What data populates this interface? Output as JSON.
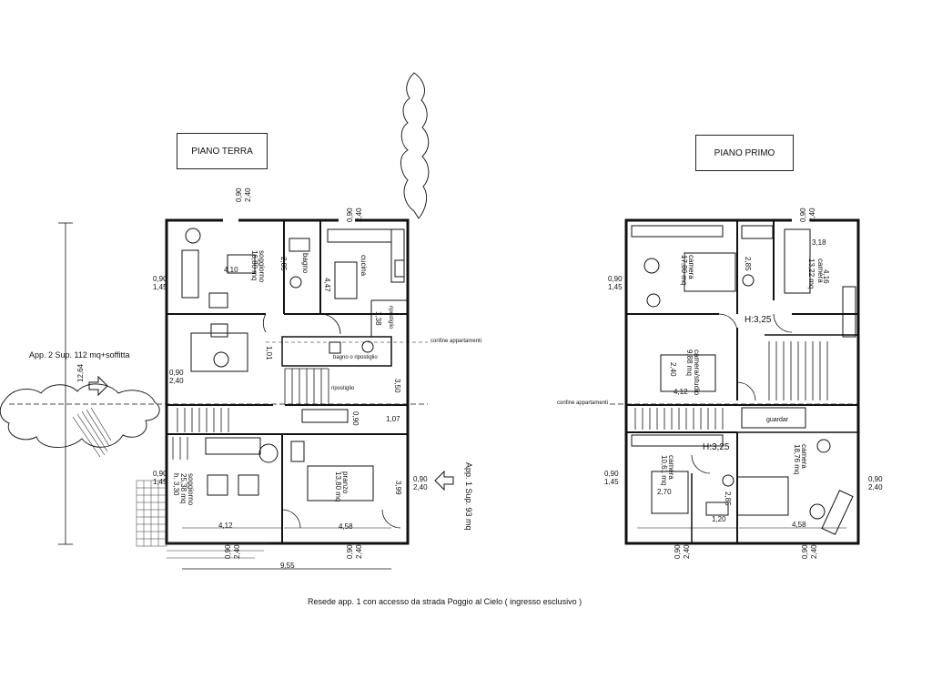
{
  "titles": {
    "ground": "PIANO TERRA",
    "first": "PIANO PRIMO"
  },
  "annotations": {
    "app2": "App. 2 Sup. 112 mq+soffitta",
    "app1": "App. 1 Sup. 93 mq",
    "confine": "confine appartamenti",
    "resede": "Resede app. 1 con accesso da strada Poggio al Cielo ( ingresso esclusivo )",
    "height_total": "12,64",
    "width_total": "9,55"
  },
  "ground_floor": {
    "rooms": {
      "soggiorno_top": "soggiorno",
      "soggiorno_top_area": "16,80 mq",
      "bagno_top": "bagno",
      "cucina_top": "cucina",
      "ripostiglio": "ripostiglio",
      "bagno_rip": "bagno o ripostiglio",
      "ripostiglio_small": "ripostiglio",
      "soggiorno_bottom": "soggiorno",
      "soggiorno_bottom_area": "25,38 mq",
      "soggiorno_bottom_h": "h. 3,30",
      "pranzo": "pranzo",
      "pranzo_area": "13,80 mq"
    },
    "dims": {
      "d_090_240_a": "0,90",
      "d_240_a": "2,40",
      "d_090_240_b": "0,90",
      "d_240_b": "2,40",
      "d_090_145": "0,90",
      "d_145": "1,45",
      "d_410": "4,10",
      "d_285": "2,85",
      "d_447": "4,47",
      "d_138": "1,38",
      "d_101": "1,01",
      "d_090_left": "0,90",
      "d_240_left": "2,40",
      "d_350": "3,50",
      "d_090_mid": "0,90",
      "d_107": "1,07",
      "d_090_lb": "0,90",
      "d_145_lb": "1,45",
      "d_412": "4,12",
      "d_458": "4,58",
      "d_399": "3,99",
      "d_090_rb": "0,90",
      "d_240_rb": "2,40",
      "d_090_b1": "0,90",
      "d_240_b1": "2,40",
      "d_090_b2": "0,90",
      "d_240_b2": "2,40"
    }
  },
  "first_floor": {
    "rooms": {
      "camera_top": "camera",
      "camera_top_area": "17,80 mq",
      "camera_tr": "camera",
      "camera_tr_area": "13,22 mq",
      "camera_studio": "camera/studio",
      "camera_studio_area": "9,88 mq",
      "camera_bl": "camera",
      "camera_bl_area": "10,61 mq",
      "camera_br": "camera",
      "camera_br_area": "18,76 mq",
      "guardaroba": "guardar",
      "h_top": "H:3,25",
      "h_bottom": "H:3,25"
    },
    "dims": {
      "d_090_240": "0,90",
      "d_240": "2,40",
      "d_090_145": "0,90",
      "d_145": "1,45",
      "d_318": "3,18",
      "d_416": "4,16",
      "d_285": "2,85",
      "d_240_mid": "2,40",
      "d_412": "4,12",
      "d_090_bl": "0,90",
      "d_145_bl": "1,45",
      "d_270": "2,70",
      "d_285_b": "2,85",
      "d_120": "1,20",
      "d_458": "4,58",
      "d_090_r": "0,90",
      "d_240_r": "2,40",
      "d_090_b1": "0,90",
      "d_240_b1": "2,40",
      "d_090_b2": "0,90",
      "d_240_b2": "2,40"
    }
  }
}
